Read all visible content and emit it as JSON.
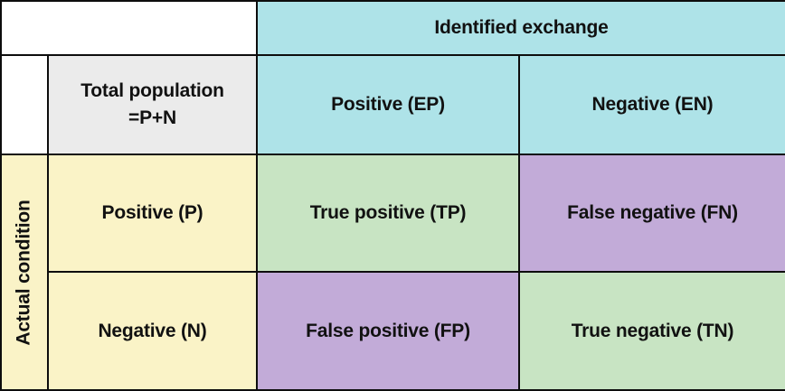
{
  "colors": {
    "header_cyan": "#aee3e8",
    "total_gray": "#ebebeb",
    "actual_yellow": "#faf3c7",
    "true_green": "#c8e4c3",
    "false_purple": "#c2abd8",
    "border": "#0d0d0d",
    "text": "#111111",
    "background": "#ffffff"
  },
  "matrix": {
    "top_axis_label": "Identified exchange",
    "side_axis_label": "Actual condition",
    "total_population": {
      "line1": "Total population",
      "line2": "=P+N"
    },
    "predicted_headers": [
      "Positive (EP)",
      "Negative (EN)"
    ],
    "rows": [
      {
        "label": "Positive (P)",
        "cells": [
          {
            "label": "True positive (TP)",
            "kind": "true"
          },
          {
            "label": "False negative (FN)",
            "kind": "false"
          }
        ]
      },
      {
        "label": "Negative (N)",
        "cells": [
          {
            "label": "False positive (FP)",
            "kind": "false"
          },
          {
            "label": "True negative (TN)",
            "kind": "true"
          }
        ]
      }
    ]
  }
}
